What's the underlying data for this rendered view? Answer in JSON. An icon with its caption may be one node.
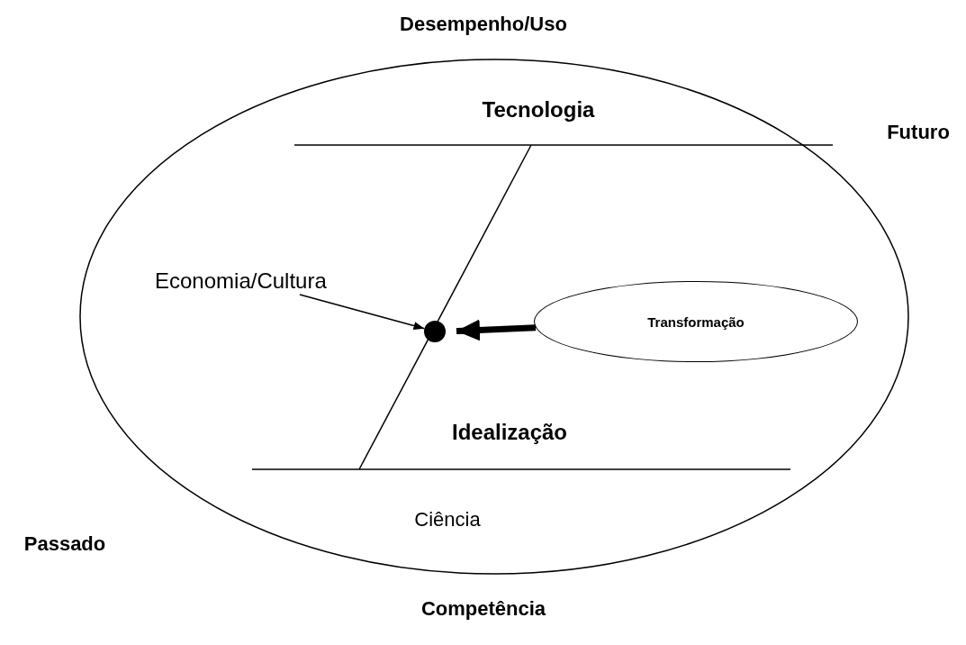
{
  "diagram": {
    "nodes": [
      {
        "text": [],
        "shape": "ellipse"
      },
      {
        "text": [
          "Economia/Cultura"
        ],
        "in": 0
      },
      {
        "text": [],
        "shape": "circle",
        "in": 0
      },
      {
        "text": [
          "Transformação"
        ],
        "in": 0
      }
    ],
    "edges": [
      {
        "from": 1,
        "to": 2,
        "arrow": "to"
      },
      {
        "from": 3,
        "to": 2,
        "arrow": "to",
        "style": "thick"
      }
    ],
    "labels": [
      "Desempenho/Uso",
      "Tecnologia",
      "Futuro",
      "Idealização",
      "Ciência",
      "Passado",
      "Competência"
    ]
  }
}
